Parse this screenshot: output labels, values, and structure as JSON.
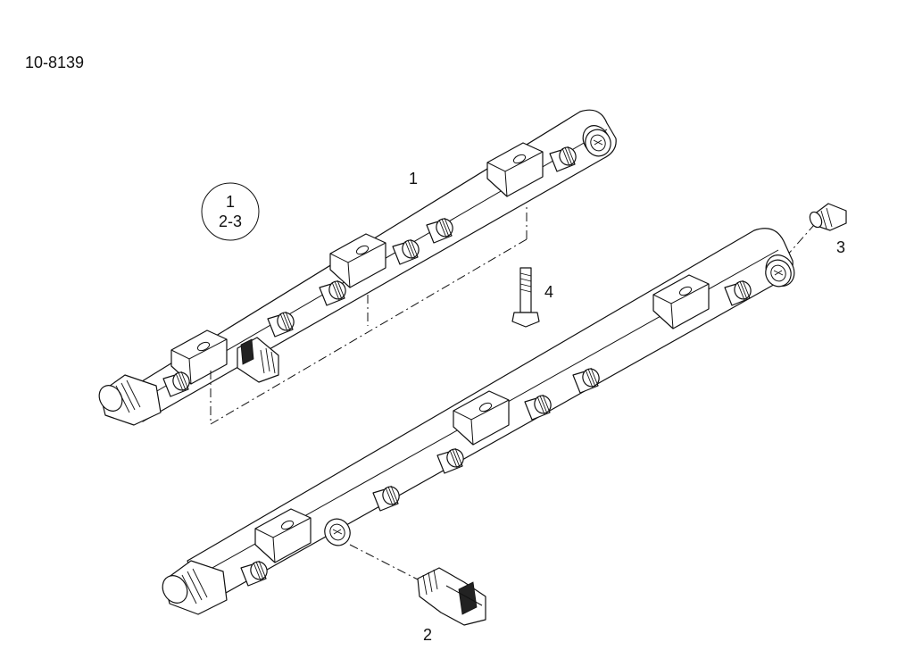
{
  "figure": {
    "ref_number": "10-8139",
    "callouts": {
      "part1": "1",
      "part2": "2",
      "part3": "3",
      "part4": "4"
    },
    "badge": {
      "line1": "1",
      "line2": "2-3"
    }
  }
}
